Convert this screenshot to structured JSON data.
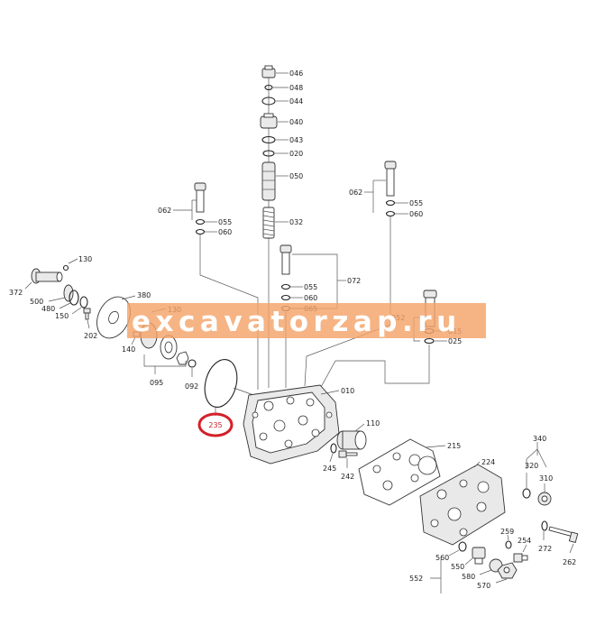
{
  "watermark": {
    "text": "excavatorzap.ru",
    "band_color": "#f4a46a"
  },
  "highlight": {
    "label": "235",
    "ring_color": "#d4202a"
  },
  "callouts": {
    "c046": "046",
    "c048": "048",
    "c044": "044",
    "c040": "040",
    "c043": "043",
    "c020": "020",
    "c050": "050",
    "c032": "032",
    "c062a": "062",
    "c055a": "055",
    "c060a": "060",
    "c062b": "062",
    "c055b": "055",
    "c060b": "060",
    "c055c": "055",
    "c060c": "060",
    "c065": "065",
    "c072": "072",
    "c052": "052",
    "c015": "015",
    "c025": "025",
    "c130a": "130",
    "c372": "372",
    "c500": "500",
    "c480": "480",
    "c150": "150",
    "c380": "380",
    "c202": "202",
    "c130b": "130",
    "c140": "140",
    "c095": "095",
    "c092": "092",
    "c010": "010",
    "c110": "110",
    "c245": "245",
    "c242": "242",
    "c215": "215",
    "c224": "224",
    "c340": "340",
    "c320": "320",
    "c310": "310",
    "c259": "259",
    "c254": "254",
    "c272": "272",
    "c262": "262",
    "c560": "560",
    "c550": "550",
    "c580": "580",
    "c570": "570",
    "c552": "552"
  }
}
